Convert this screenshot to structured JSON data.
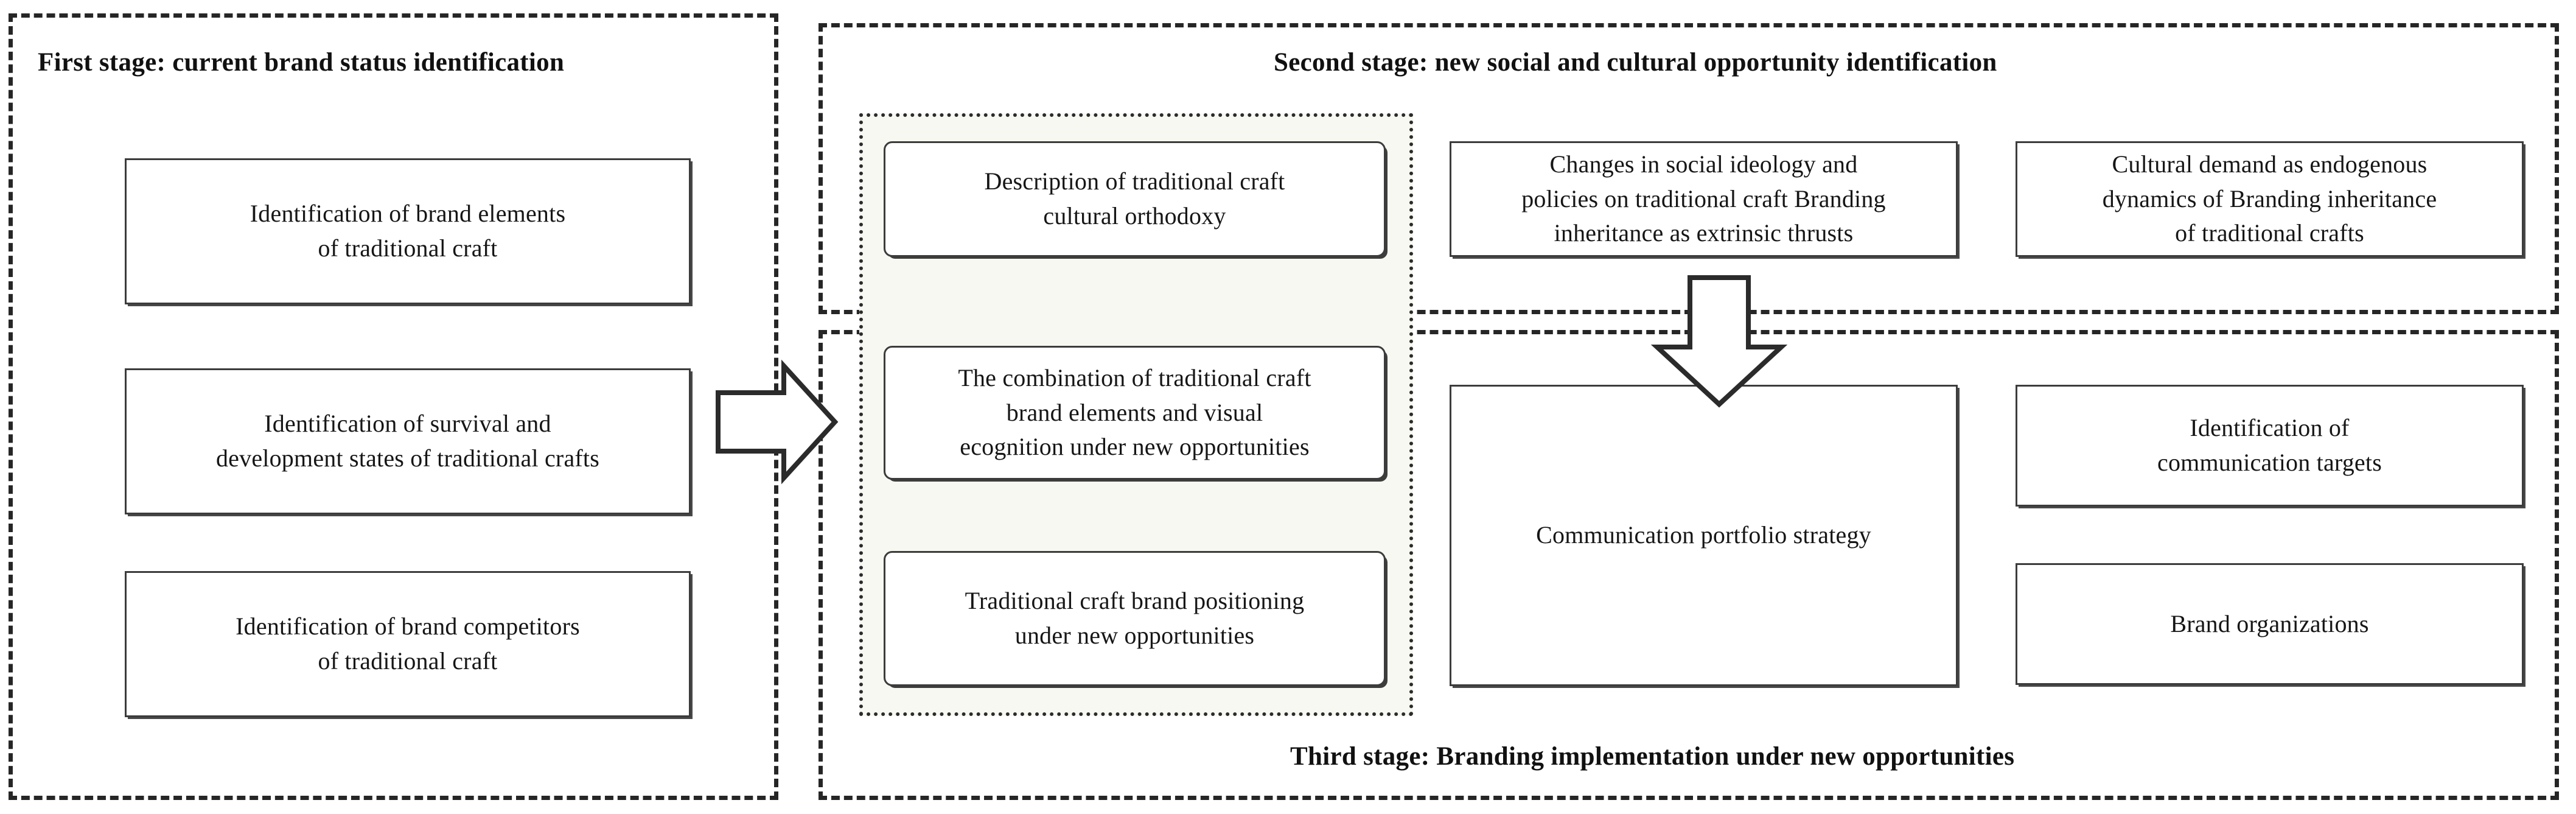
{
  "figure": {
    "title": "Three-stage traditional craft branding framework",
    "background_color": "#ffffff",
    "line_color": "#262626",
    "highlight_fill": "#f7f8f2"
  },
  "stages": {
    "first": {
      "title": "First stage: current brand status identification",
      "nodes": [
        {
          "id": "brand-elements",
          "text": "Identification of  brand elements\nof traditional craft"
        },
        {
          "id": "survival-development",
          "text": "Identification of survival and\ndevelopment states of traditional crafts"
        },
        {
          "id": "brand-competitors",
          "text": "Identification of brand competitors\nof traditional craft"
        }
      ]
    },
    "second": {
      "title": "Second stage: new social and cultural opportunity identification",
      "grouped_nodes": [
        {
          "id": "cultural-orthodoxy",
          "text": "Description of traditional craft\ncultural orthodoxy"
        },
        {
          "id": "brand-elements-visual",
          "text": "The combination of traditional craft\nbrand elements and visual\necognition under new opportunities"
        },
        {
          "id": "brand-positioning",
          "text": "Traditional craft brand positioning\nunder new opportunities"
        }
      ],
      "nodes": [
        {
          "id": "social-ideology",
          "text": "Changes in social ideology and\npolicies on traditional craft Branding\ninheritance as extrinsic thrusts"
        },
        {
          "id": "cultural-demand",
          "text": "Cultural demand as endogenous\ndynamics of Branding inheritance\nof traditional crafts"
        }
      ]
    },
    "third": {
      "title": "Third stage: Branding implementation under new opportunities",
      "nodes": [
        {
          "id": "communication-portfolio",
          "text": "Communication portfolio strategy"
        },
        {
          "id": "communication-targets",
          "text": "Identification of\ncommunication targets"
        },
        {
          "id": "brand-organizations",
          "text": "Brand organizations"
        }
      ]
    }
  },
  "arrows": [
    {
      "id": "stage1-to-stage2",
      "direction": "right",
      "label": ""
    },
    {
      "id": "stage2-to-stage3",
      "direction": "down",
      "label": ""
    }
  ]
}
